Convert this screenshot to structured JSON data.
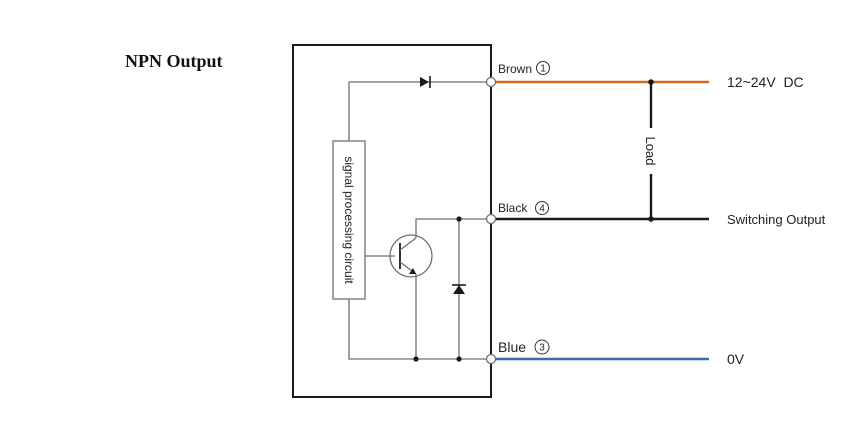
{
  "title": "NPN Output",
  "wires": {
    "brown": {
      "label": "Brown",
      "pin": "1",
      "color": "#d2691e"
    },
    "black": {
      "label": "Black",
      "pin": "4",
      "color": "#1a1a1a"
    },
    "blue": {
      "label": "Blue",
      "pin": "3",
      "color": "#2f6fb5"
    }
  },
  "terminals": {
    "supply": "12~24V  DC",
    "switching": "Switching Output",
    "ground": "0V"
  },
  "load_label": "Load",
  "circuit_label": "signal processing circuit"
}
